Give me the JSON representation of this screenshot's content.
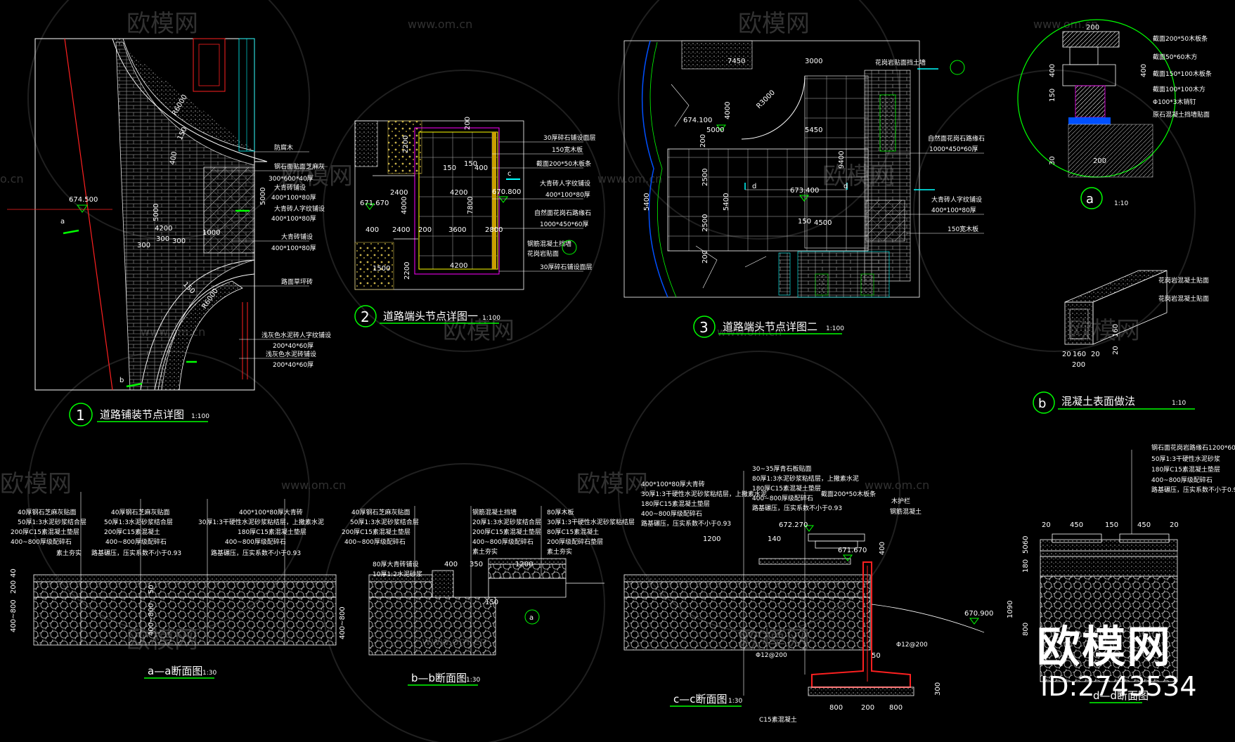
{
  "watermark": {
    "brand_cn": "欧模网",
    "url": "www.om.cn",
    "url_short": "o.cn",
    "brand_big": "欧模网",
    "id_label": "ID:2743534"
  },
  "colors": {
    "background": "#000000",
    "green": "#00ff00",
    "cyan": "#00ffff",
    "yellow": "#ffff00",
    "red": "#ff0000",
    "white": "#ffffff",
    "magenta": "#ff00ff"
  },
  "drawings": {
    "d1": {
      "num": "1",
      "title": "道路铺装节点详图",
      "scale": "1:100"
    },
    "d2": {
      "num": "2",
      "title": "道路端头节点详图一",
      "scale": "1:100"
    },
    "d3": {
      "num": "3",
      "title": "道路端头节点详图二",
      "scale": "1:100"
    },
    "da": {
      "num": "a",
      "scale": "1:10"
    },
    "db": {
      "num": "b",
      "title": "混凝土表面做法",
      "scale": "1:10"
    },
    "sa": {
      "title": "a—a断面图",
      "scale": "1:30"
    },
    "sb": {
      "title": "b—b断面图",
      "scale": "1:30"
    },
    "sc": {
      "title": "c—c断面图",
      "scale": "1:30"
    },
    "sd": {
      "title": "d—d断面图"
    }
  },
  "d1_labels": {
    "elev": "674.500",
    "a1": "防腐木",
    "a2": "钢石面贴面芝麻灰",
    "a3": "300*600*40厚",
    "a4": "大青砖铺设",
    "a5": "400*100*80厚",
    "a6": "大青砖人字纹铺设",
    "a7": "400*100*80厚",
    "a8": "大青砖铺设",
    "a9": "400*100*80厚",
    "a10": "路面草坪砖",
    "a11": "浅灰色水泥砖人字纹铺设",
    "a12": "200*40*60厚",
    "a13": "浅灰色水泥砖铺设",
    "a14": "200*40*60厚",
    "r1": "R6000",
    "r2": "R6000",
    "d150a": "150",
    "d150b": "150",
    "d4200": "4200",
    "d300a": "300",
    "d300b": "300",
    "d300c": "300",
    "d1000": "1000",
    "d5000": "5000",
    "d400": "400",
    "sec_a": "a",
    "sec_b": "b"
  },
  "d2_labels": {
    "elev1": "671.670",
    "elev2": "670.800",
    "t1": "30厚碎石铺设面层",
    "t2": "150宽木板",
    "t3": "截面200*50木板条",
    "t4": "大青砖人字纹铺设",
    "t5": "400*100*80厚",
    "t6": "自然面花岗石路缘石",
    "t7": "1000*450*60厚",
    "t8": "钢筋混凝土挡墙",
    "t9": "花岗岩贴面",
    "t10": "30厚碎石铺设面层",
    "d2400a": "2400",
    "d2400b": "2400",
    "d4200a": "4200",
    "d4200b": "4200",
    "d3600": "3600",
    "d200a": "200",
    "d200b": "200",
    "d150": "150",
    "d400a": "400",
    "d400b": "400",
    "d4000": "4000",
    "d7800": "7800",
    "d2800": "2800",
    "d2200a": "2200",
    "d2200b": "2200",
    "d1500": "1500",
    "sec_c": "c"
  },
  "d3_labels": {
    "elev1": "674.100",
    "elev2": "673.400",
    "d7450": "7450",
    "d3000": "3000",
    "r3000": "R3000",
    "d5000": "5000",
    "d5450": "5450",
    "d4000": "4000",
    "d9400": "9400",
    "d5400a": "5400",
    "d5400b": "5400",
    "d2500a": "2500",
    "d2500b": "2500",
    "d200a": "200",
    "d200b": "200",
    "d4500": "4500",
    "d150": "150",
    "t1": "花岗岩贴面挡土墙",
    "t2": "自然面花岗石路缘石",
    "t3": "1000*450*60厚",
    "t4": "大青砖人字纹铺设",
    "t5": "400*100*80厚",
    "t6": "150宽木板",
    "sec_d": "d"
  },
  "da_labels": {
    "l1": "截面200*50木板条",
    "l2": "截面50*60木方",
    "l3": "截面150*100木板条",
    "l4": "截面100*100木方",
    "l5": "Φ100*3木销钉",
    "l6": "原石混凝土挡墙贴面",
    "d200a": "200",
    "d200b": "200",
    "d400a": "400",
    "d400b": "400",
    "d150": "150",
    "d30": "30"
  },
  "db_labels": {
    "l1": "花岗岩混凝土贴面",
    "l2": "花岗岩混凝土贴面",
    "d20a": "20",
    "d160a": "160",
    "d20b": "20",
    "d200": "200",
    "d20c": "20",
    "d160b": "160"
  },
  "sa_labels": {
    "l1": "40厚钢石芝麻灰贴面",
    "l2": "50厚1:3水泥砂浆结合层",
    "l3": "200厚C15素混凝土垫层",
    "l4": "400~800厚级配碎石",
    "l5": "素土夯实",
    "m1": "40厚钢石芝麻灰贴面",
    "m2": "50厚1:3水泥砂浆结合层",
    "m3": "200厚C15素混凝土",
    "m4": "400~800厚级配碎石",
    "m5": "路基碾压，压实系数不小于0.93",
    "r1": "400*100*80厚大青砖",
    "r2": "30厚1:3干硬性水泥砂浆粘结层，上撒素水泥",
    "r3": "180厚C15素混凝土垫层",
    "r4": "400~800厚级配碎石",
    "r5": "路基碾压，压实系数不小于0.93",
    "d40": "40",
    "d200": "200",
    "d50": "50",
    "d400800": "400~800"
  },
  "sb_labels": {
    "l1": "40厚钢石芝麻灰贴面",
    "l2": "50厚1:3水泥砂浆结合层",
    "l3": "200厚C15素混凝土垫层",
    "l4": "400~800厚级配碎石",
    "l5": "80厚大青砖铺设",
    "l6": "10厚1:2水泥砂浆",
    "m1": "钢筋混凝土挡墙",
    "m2": "20厚1:3水泥砂浆结合层",
    "m3": "200厚C15素混凝土垫层",
    "m4": "400~800厚级配碎石",
    "m5": "素土夯实",
    "r1": "80厚木板",
    "r2": "30厚1:3干硬性水泥砂浆粘结层",
    "r3": "80厚C15素混凝土",
    "r4": "200厚级配碎石垫层",
    "r5": "素土夯实",
    "d400": "400",
    "d350": "350",
    "d1200": "1200",
    "d150": "150",
    "d400800": "400~800",
    "sec": "a"
  },
  "sc_labels": {
    "l1": "400*100*80厚大青砖",
    "l2": "30厚1:3干硬性水泥砂浆粘结层，上撒素水泥",
    "l3": "180厚C15素混凝土垫层",
    "l4": "400~800厚级配碎石",
    "l5": "路基碾压，压实系数不小于0.93",
    "t1": "30~35厚青石板贴面",
    "t2": "80厚1:3水泥砂浆粘结层，上撒素水泥",
    "t3": "180厚C15素混凝土垫层",
    "t4": "400~800厚级配碎石",
    "t5": "路基碾压，压实系数不小于0.93",
    "t6": "截面200*50木板条",
    "t7": "木护栏",
    "t8": "钢筋混凝土",
    "elev1": "672.270",
    "elev2": "671.670",
    "elev3": "670.900",
    "d1200": "1200",
    "d140": "140",
    "d800a": "800",
    "d200": "200",
    "d800b": "800",
    "d50": "50",
    "d400": "400",
    "d300": "300",
    "rebar1": "Φ12@200",
    "rebar2": "Φ12@200",
    "c15": "C15素混凝土"
  },
  "sd_labels": {
    "l1": "钢石面花岗岩路缘石1200*600*80",
    "l2": "50厚1:3干硬性水泥砂浆",
    "l3": "180厚C15素混凝土垫层",
    "l4": "400~800厚级配碎石",
    "l5": "路基碾压，压实系数不小于0.93",
    "d20a": "20",
    "d450a": "450",
    "d150": "150",
    "d450b": "450",
    "d20b": "20",
    "d1090": "1090",
    "d800": "800",
    "d180": "180",
    "d5060": "5060"
  }
}
